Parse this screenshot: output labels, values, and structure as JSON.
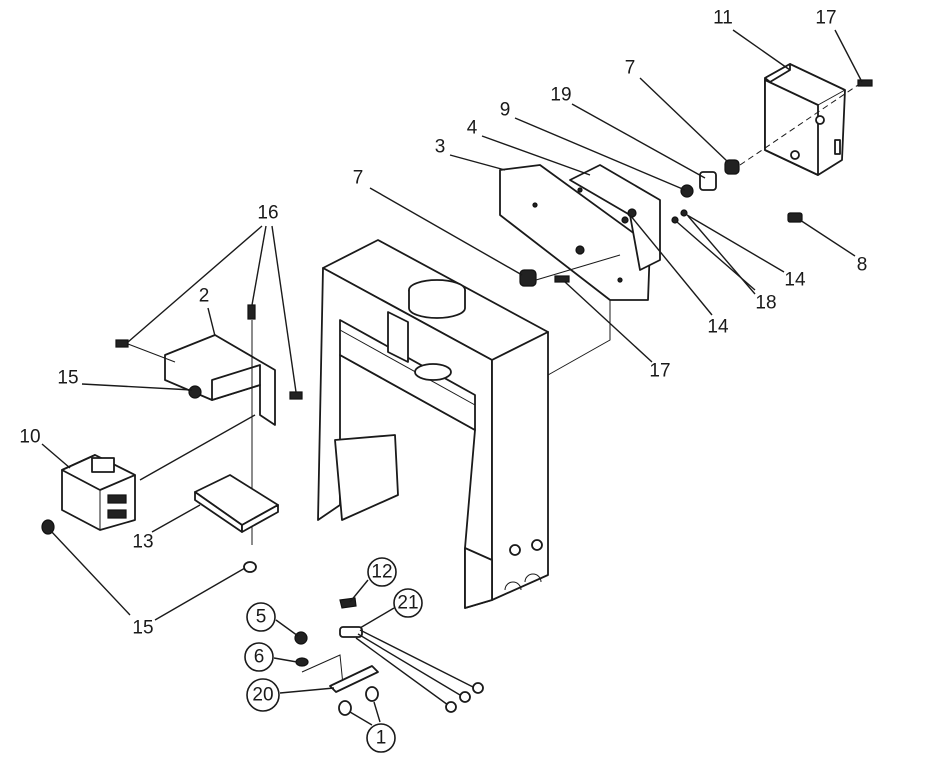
{
  "diagram": {
    "type": "exploded-parts-view",
    "callouts": [
      {
        "id": "c11",
        "label": "11",
        "circled": false
      },
      {
        "id": "c17a",
        "label": "17",
        "circled": false
      },
      {
        "id": "c7a",
        "label": "7",
        "circled": false
      },
      {
        "id": "c19",
        "label": "19",
        "circled": false
      },
      {
        "id": "c9",
        "label": "9",
        "circled": false
      },
      {
        "id": "c4",
        "label": "4",
        "circled": false
      },
      {
        "id": "c3",
        "label": "3",
        "circled": false
      },
      {
        "id": "c7b",
        "label": "7",
        "circled": false
      },
      {
        "id": "c16",
        "label": "16",
        "circled": false
      },
      {
        "id": "c2",
        "label": "2",
        "circled": false
      },
      {
        "id": "c15a",
        "label": "15",
        "circled": false
      },
      {
        "id": "c10",
        "label": "10",
        "circled": false
      },
      {
        "id": "c13",
        "label": "13",
        "circled": false
      },
      {
        "id": "c15b",
        "label": "15",
        "circled": false
      },
      {
        "id": "c8",
        "label": "8",
        "circled": false
      },
      {
        "id": "c14a",
        "label": "14",
        "circled": false
      },
      {
        "id": "c18",
        "label": "18",
        "circled": false
      },
      {
        "id": "c14b",
        "label": "14",
        "circled": false
      },
      {
        "id": "c17b",
        "label": "17",
        "circled": false
      },
      {
        "id": "c12",
        "label": "12",
        "circled": true
      },
      {
        "id": "c21",
        "label": "21",
        "circled": true
      },
      {
        "id": "c5",
        "label": "5",
        "circled": true
      },
      {
        "id": "c6",
        "label": "6",
        "circled": true
      },
      {
        "id": "c20",
        "label": "20",
        "circled": true
      },
      {
        "id": "c1",
        "label": "1",
        "circled": true
      }
    ]
  }
}
